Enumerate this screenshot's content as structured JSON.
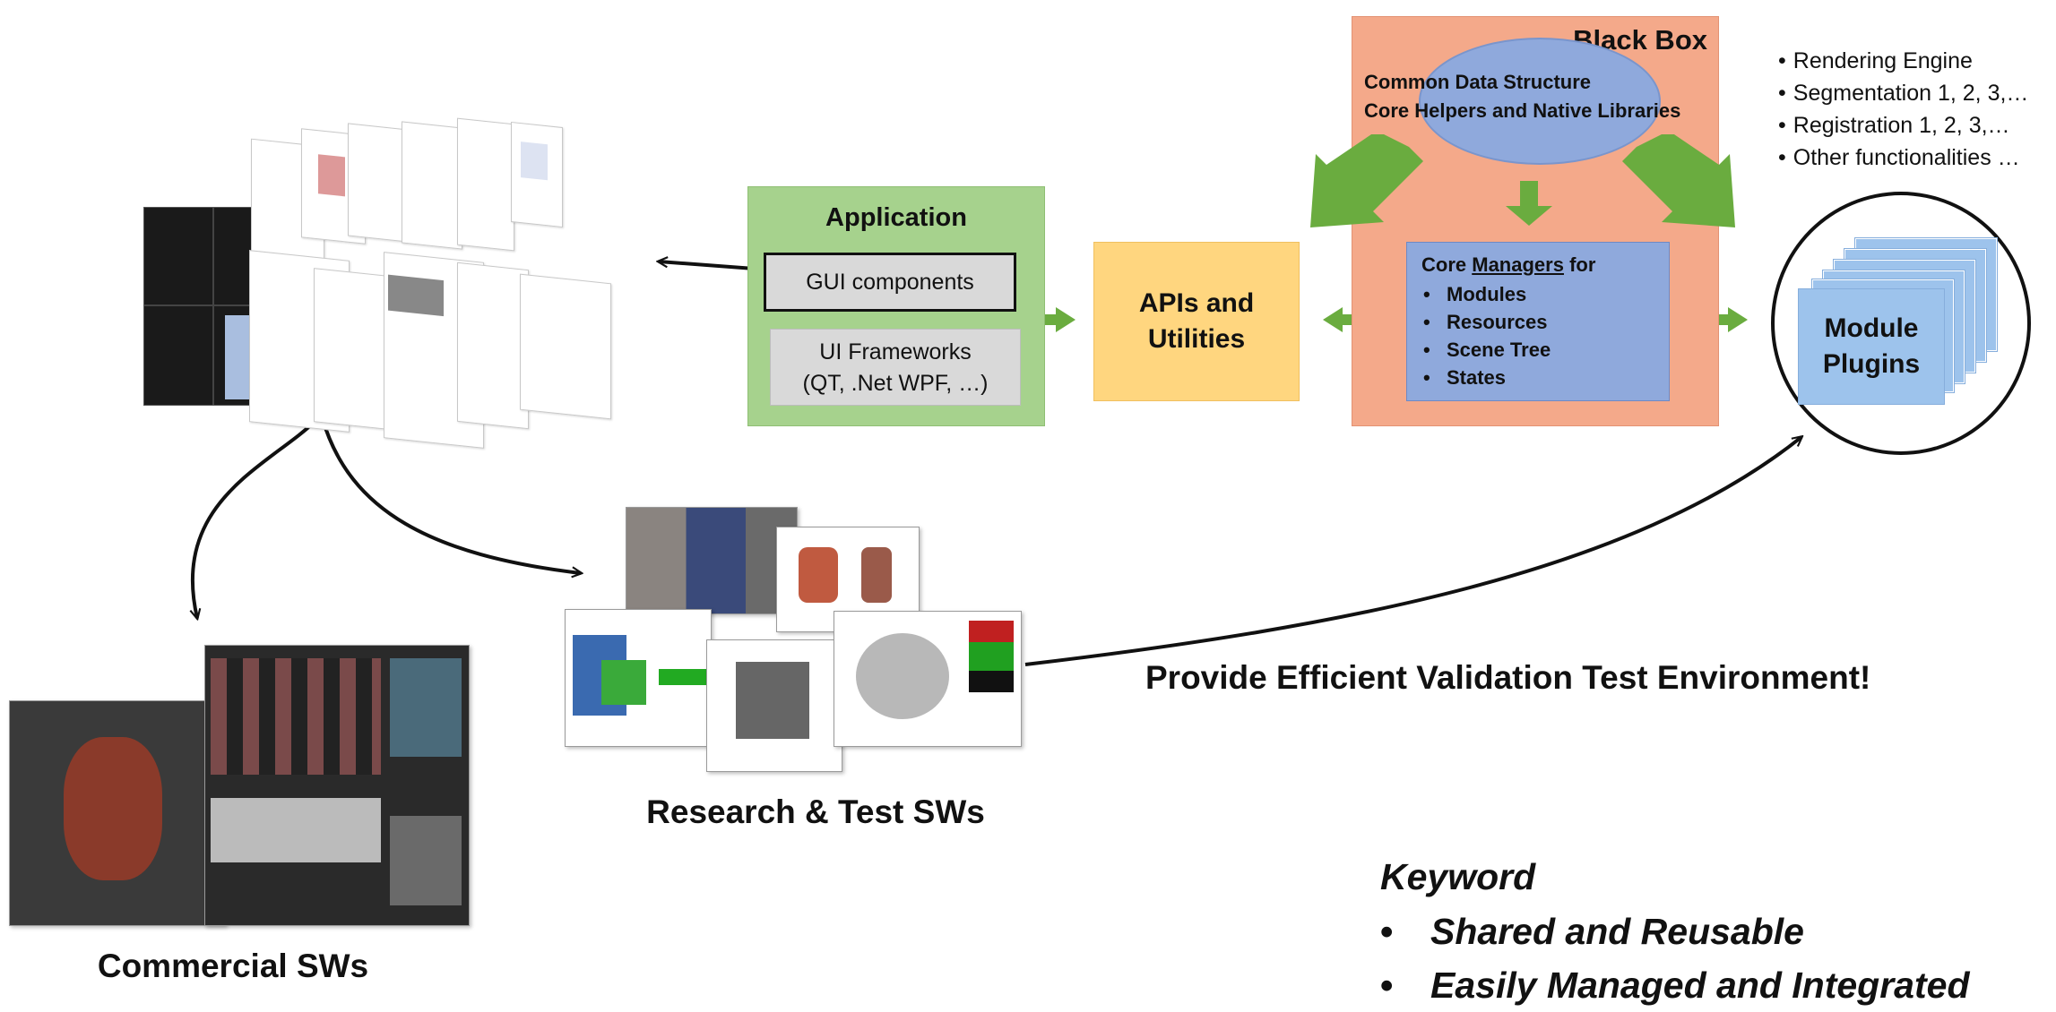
{
  "black_box": {
    "title": "Black Box",
    "line1": "Common Data Structure",
    "line2": "Core Helpers and Native Libraries",
    "core_title_prefix": "Core ",
    "core_title_underlined": "Managers",
    "core_title_suffix": " for",
    "core_items": [
      "Modules",
      "Resources",
      "Scene Tree",
      "States"
    ]
  },
  "application": {
    "title": "Application",
    "gui_components": "GUI components",
    "ui_frameworks_line1": "UI Frameworks",
    "ui_frameworks_line2": "(QT, .Net WPF, …)"
  },
  "apis": {
    "line1": "APIs and",
    "line2": "Utilities"
  },
  "features": [
    "Rendering Engine",
    "Segmentation 1, 2, 3,…",
    "Registration 1, 2, 3,…",
    "Other functionalities …"
  ],
  "module_plugins": {
    "line1": "Module",
    "line2": "Plugins"
  },
  "labels": {
    "commercial": "Commercial SWs",
    "research": "Research & Test SWs",
    "validation": "Provide Efficient Validation Test Environment!"
  },
  "keyword": {
    "title": "Keyword",
    "items": [
      "Shared and Reusable",
      "Easily Managed and Integrated"
    ]
  },
  "colors": {
    "black_box": "#f4a98a",
    "ellipse": "#8fa9dc",
    "application": "#a6d28d",
    "apis": "#ffd67f",
    "plugins": "#9dc3ec",
    "green_arrow": "#6aac3f"
  }
}
